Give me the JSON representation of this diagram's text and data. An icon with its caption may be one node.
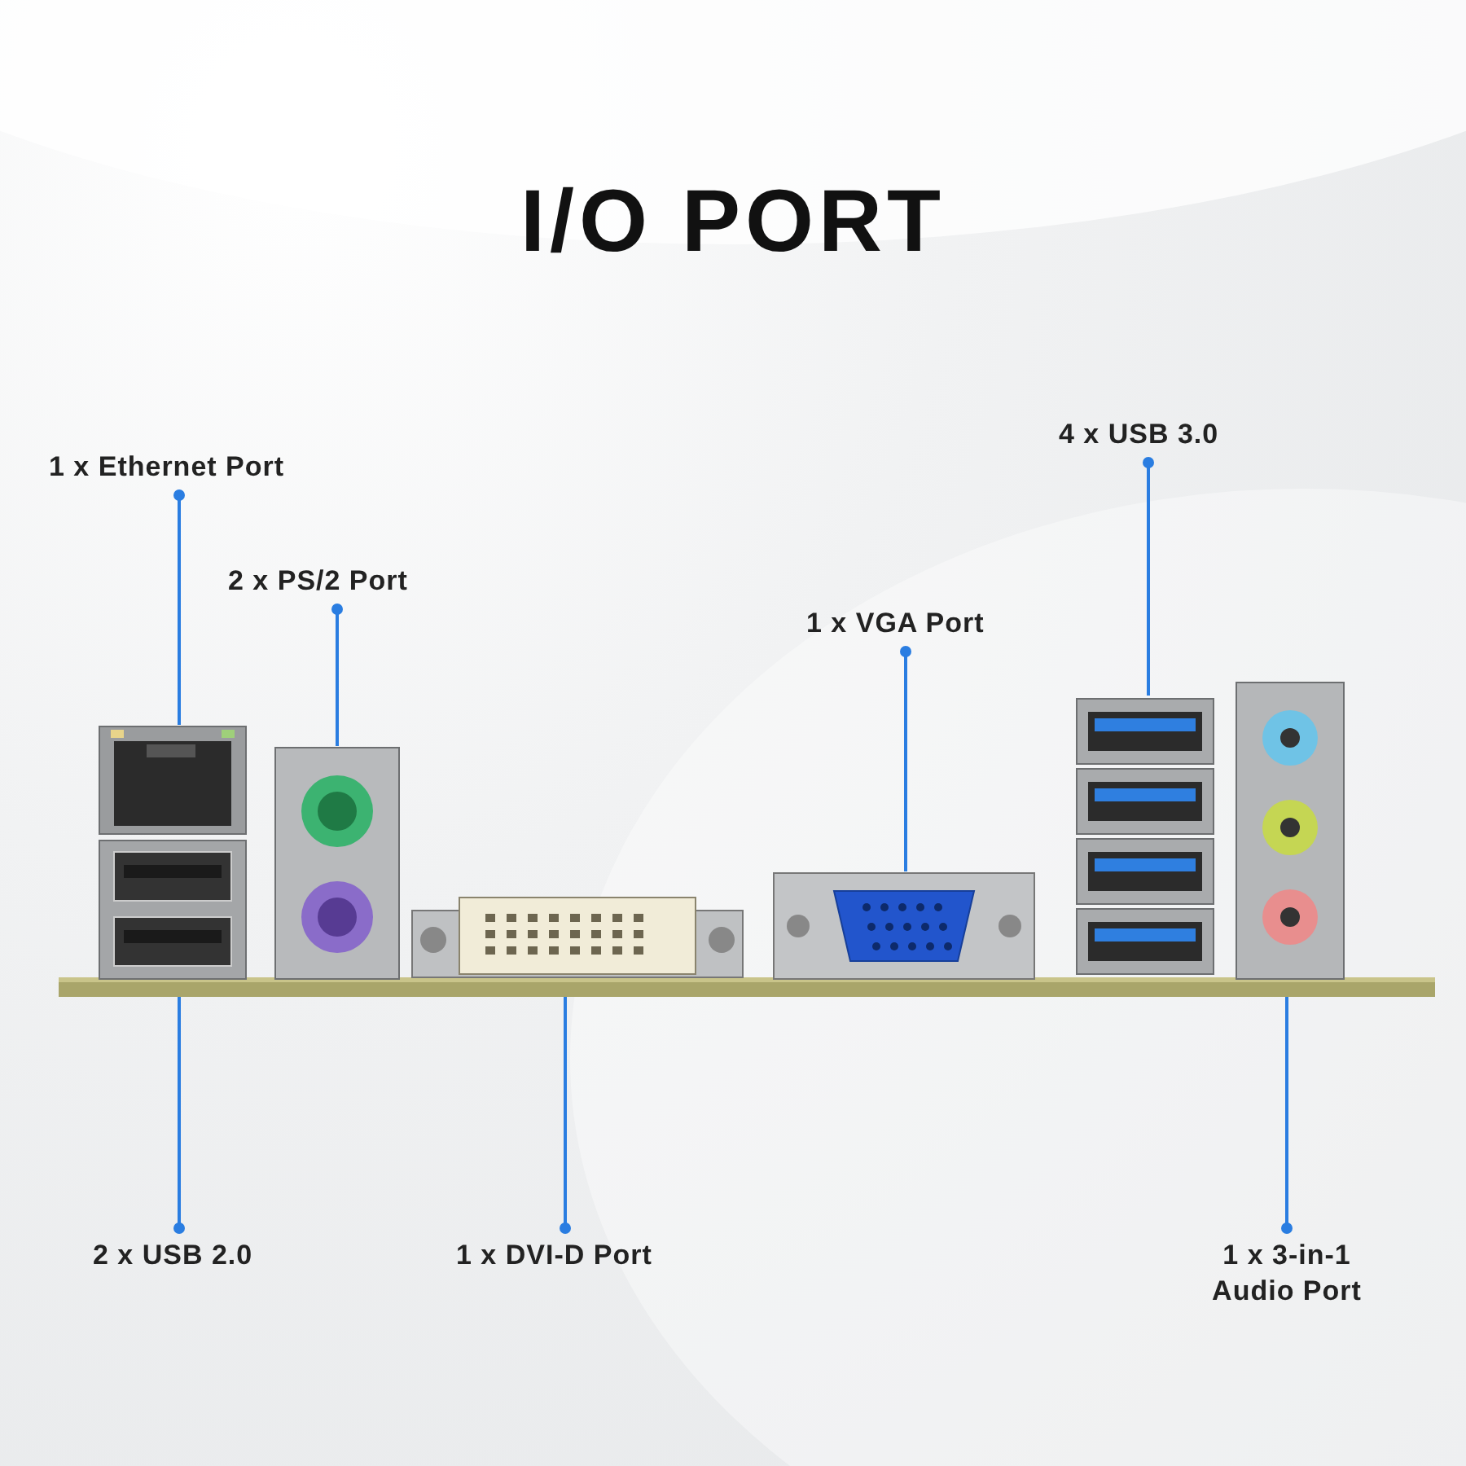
{
  "diagram": {
    "title": "I/O PORT",
    "nodes": [
      {
        "text": [
          "1 x Ethernet Port"
        ]
      },
      {
        "text": [
          "2 x PS/2 Port"
        ]
      },
      {
        "text": [
          "1 x VGA Port"
        ]
      },
      {
        "text": [
          "4 x USB 3.0"
        ]
      },
      {
        "text": [
          "2 x USB 2.0"
        ]
      },
      {
        "text": [
          "1 x DVI-D Port"
        ]
      },
      {
        "text": [
          "1 x 3-in-1 Audio Port"
        ]
      },
      {
        "text": [],
        "shape": "picture"
      },
      {
        "text": [],
        "shape": "picture"
      },
      {
        "text": [],
        "shape": "picture"
      },
      {
        "text": [],
        "shape": "picture"
      },
      {
        "text": [],
        "shape": "picture"
      },
      {
        "text": [],
        "shape": "picture"
      },
      {
        "text": [],
        "shape": "picture"
      }
    ],
    "edges": [
      {
        "from": 0,
        "to": 7,
        "arrow": "other"
      },
      {
        "from": 1,
        "to": 9,
        "arrow": "other"
      },
      {
        "from": 2,
        "to": 11,
        "arrow": "other"
      },
      {
        "from": 3,
        "to": 12,
        "arrow": "other"
      },
      {
        "from": 4,
        "to": 8,
        "arrow": "other"
      },
      {
        "from": 5,
        "to": 10,
        "arrow": "other"
      },
      {
        "from": 6,
        "to": 13,
        "arrow": "other"
      }
    ]
  }
}
